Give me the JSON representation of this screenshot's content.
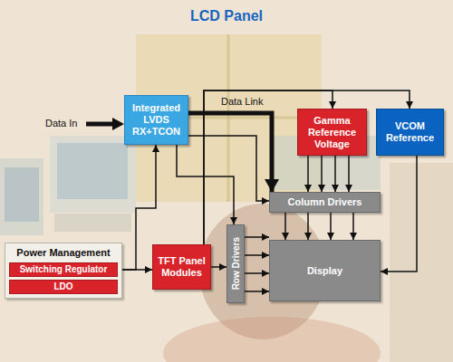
{
  "diagram": {
    "title": "LCD Panel",
    "nodes": [
      {
        "text": [
          "Integrated LVDS RX+TCON"
        ]
      },
      {
        "text": [
          "Gamma Reference Voltage"
        ]
      },
      {
        "text": [
          "VCOM Reference"
        ]
      },
      {
        "text": [
          "Column Drivers"
        ]
      },
      {
        "text": [
          "Power Management"
        ]
      },
      {
        "text": [
          "Switching Regulator"
        ],
        "in": 4
      },
      {
        "text": [
          "LDO"
        ],
        "in": 4
      },
      {
        "text": [
          "TFT Panel Modules"
        ]
      },
      {
        "text": [
          "Row Drivers"
        ]
      },
      {
        "text": [
          "Display"
        ]
      }
    ],
    "edges": [
      {
        "from": 0,
        "to": 3,
        "label": "Data Link",
        "arrow": "to"
      },
      {
        "from": 0,
        "to": 3,
        "arrow": "to"
      },
      {
        "from": 0,
        "to": 8,
        "arrow": "to"
      },
      {
        "from": 4,
        "to": 0,
        "arrow": "to"
      },
      {
        "from": 4,
        "to": 7,
        "arrow": "to"
      },
      {
        "from": 7,
        "to": 1,
        "arrow": "to"
      },
      {
        "from": 7,
        "to": 2,
        "arrow": "to"
      },
      {
        "from": 7,
        "to": 8,
        "arrow": "to"
      },
      {
        "from": 1,
        "to": 3,
        "arrow": "to"
      },
      {
        "from": 1,
        "to": 3,
        "arrow": "to"
      },
      {
        "from": 1,
        "to": 3,
        "arrow": "to"
      },
      {
        "from": 1,
        "to": 3,
        "arrow": "to"
      },
      {
        "from": 3,
        "to": 9,
        "arrow": "to"
      },
      {
        "from": 3,
        "to": 9,
        "arrow": "to"
      },
      {
        "from": 3,
        "to": 9,
        "arrow": "to"
      },
      {
        "from": 3,
        "to": 9,
        "arrow": "to"
      },
      {
        "from": 8,
        "to": 9,
        "arrow": "to"
      },
      {
        "from": 8,
        "to": 9,
        "arrow": "to"
      },
      {
        "from": 8,
        "to": 9,
        "arrow": "to"
      },
      {
        "from": 8,
        "to": 9,
        "arrow": "to"
      },
      {
        "from": 2,
        "to": 9,
        "arrow": "to"
      }
    ],
    "labels": [
      "Data In"
    ]
  }
}
